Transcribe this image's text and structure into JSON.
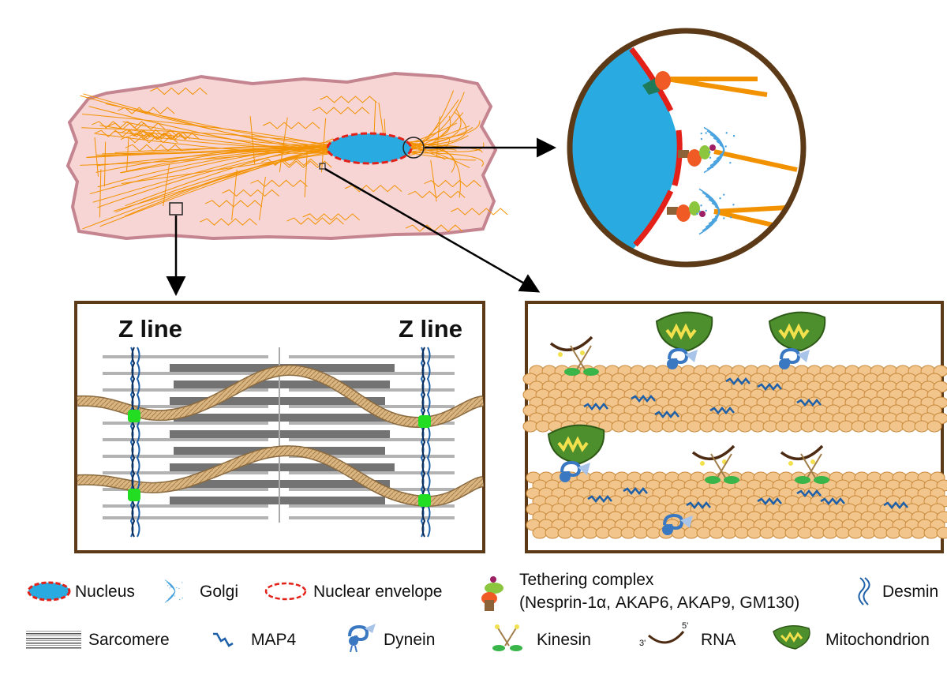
{
  "zoom_panels": {
    "left_zline_label": "Z line",
    "right_zline_label": "Z line"
  },
  "rna_ends": {
    "five_prime": "5'",
    "three_prime": "3'"
  },
  "legend": {
    "nucleus": "Nucleus",
    "golgi": "Golgi",
    "nuclear_envelope": "Nuclear envelope",
    "tethering_complex": "Tethering complex",
    "tethering_members": "(Nesprin-1α, AKAP6, AKAP9, GM130)",
    "desmin": "Desmin",
    "sarcomere": "Sarcomere",
    "map4": "MAP4",
    "dynein": "Dynein",
    "kinesin": "Kinesin",
    "rna": "RNA",
    "mitochondrion": "Mitochondrion"
  },
  "colors": {
    "cell_fill": "#f7d5d5",
    "cell_border": "#c48590",
    "microtubule": "#f39200",
    "nucleus": "#29abe2",
    "nuclear_envelope": "#e32119",
    "frame": "#5c3a18",
    "desmin": "#1d5fa8",
    "tubulin": "#f1c58c",
    "mitochondrion": "#4e8f2d",
    "kinesin_head": "#39b54a",
    "dynein": "#3a78c2"
  }
}
